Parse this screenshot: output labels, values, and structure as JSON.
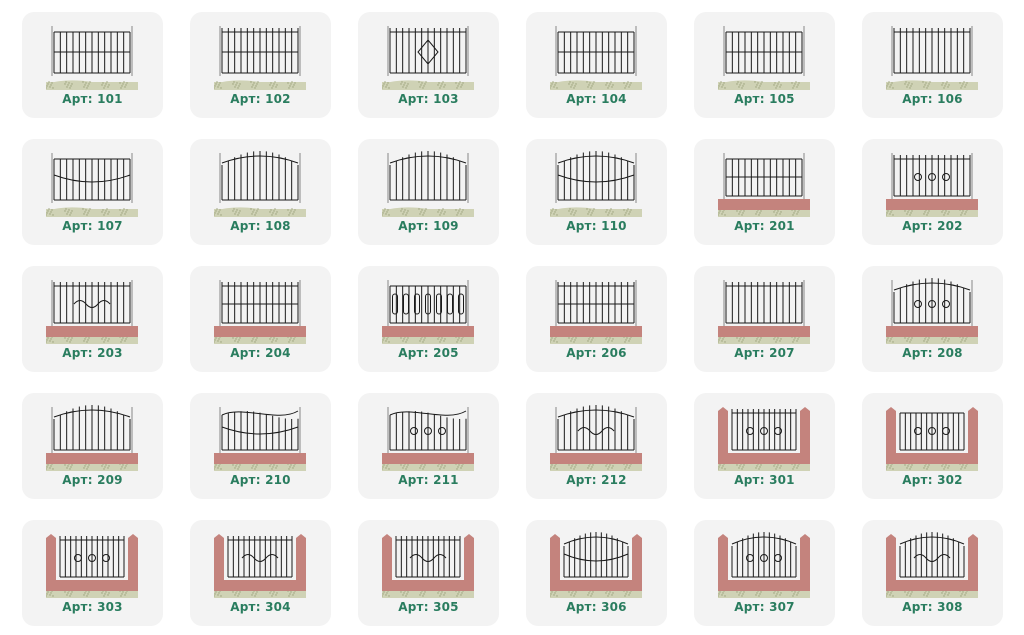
{
  "catalog": {
    "items": [
      {
        "label": "Арт: 101",
        "style": "rect-bars",
        "base": "gravel",
        "posts": "none",
        "top": "flat"
      },
      {
        "label": "Арт: 102",
        "style": "panel-bars",
        "base": "gravel",
        "posts": "none",
        "top": "spikes"
      },
      {
        "label": "Арт: 103",
        "style": "diamond",
        "base": "gravel",
        "posts": "none",
        "top": "spikes"
      },
      {
        "label": "Арт: 104",
        "style": "rect-bars",
        "base": "gravel",
        "posts": "none",
        "top": "flat"
      },
      {
        "label": "Арт: 105",
        "style": "rect-bars",
        "base": "gravel",
        "posts": "none",
        "top": "flat"
      },
      {
        "label": "Арт: 106",
        "style": "arc-bars",
        "base": "gravel",
        "posts": "none",
        "top": "spikes"
      },
      {
        "label": "Арт: 107",
        "style": "sag-bars",
        "base": "gravel",
        "posts": "none",
        "top": "flat"
      },
      {
        "label": "Арт: 108",
        "style": "arch-bars",
        "base": "gravel",
        "posts": "none",
        "top": "arch"
      },
      {
        "label": "Арт: 109",
        "style": "arch-bars",
        "base": "gravel",
        "posts": "none",
        "top": "arch"
      },
      {
        "label": "Арт: 110",
        "style": "arch-wave",
        "base": "gravel",
        "posts": "none",
        "top": "arch"
      },
      {
        "label": "Арт: 201",
        "style": "rect-bars",
        "base": "brick",
        "posts": "none",
        "top": "flat"
      },
      {
        "label": "Арт: 202",
        "style": "ornament",
        "base": "brick",
        "posts": "none",
        "top": "spikes"
      },
      {
        "label": "Арт: 203",
        "style": "scroll",
        "base": "brick",
        "posts": "none",
        "top": "spikes"
      },
      {
        "label": "Арт: 204",
        "style": "rect-bars",
        "base": "brick",
        "posts": "none",
        "top": "spikes"
      },
      {
        "label": "Арт: 205",
        "style": "pickets",
        "base": "brick",
        "posts": "none",
        "top": "flat"
      },
      {
        "label": "Арт: 206",
        "style": "rect-bars",
        "base": "brick",
        "posts": "none",
        "top": "spikes"
      },
      {
        "label": "Арт: 207",
        "style": "arch-bars",
        "base": "brick",
        "posts": "none",
        "top": "spikes"
      },
      {
        "label": "Арт: 208",
        "style": "ornament",
        "base": "brick",
        "posts": "none",
        "top": "arch"
      },
      {
        "label": "Арт: 209",
        "style": "arch-bars",
        "base": "brick",
        "posts": "none",
        "top": "arch"
      },
      {
        "label": "Арт: 210",
        "style": "wave",
        "base": "brick",
        "posts": "none",
        "top": "wave"
      },
      {
        "label": "Арт: 211",
        "style": "wave-ornament",
        "base": "brick",
        "posts": "none",
        "top": "wave"
      },
      {
        "label": "Арт: 212",
        "style": "scroll",
        "base": "brick",
        "posts": "none",
        "top": "arch"
      },
      {
        "label": "Арт: 301",
        "style": "ornament",
        "base": "brick",
        "posts": "brick",
        "top": "spikes"
      },
      {
        "label": "Арт: 302",
        "style": "ornament",
        "base": "brick",
        "posts": "brick",
        "top": "flat"
      },
      {
        "label": "Арт: 303",
        "style": "ornament",
        "base": "brick",
        "posts": "brick",
        "top": "spikes"
      },
      {
        "label": "Арт: 304",
        "style": "scroll",
        "base": "brick",
        "posts": "brick",
        "top": "spikes"
      },
      {
        "label": "Арт: 305",
        "style": "scroll",
        "base": "brick",
        "posts": "brick",
        "top": "spikes"
      },
      {
        "label": "Арт: 306",
        "style": "wave",
        "base": "brick",
        "posts": "brick",
        "top": "arch"
      },
      {
        "label": "Арт: 307",
        "style": "ornament",
        "base": "brick",
        "posts": "brick",
        "top": "arch"
      },
      {
        "label": "Арт: 308",
        "style": "scroll",
        "base": "brick",
        "posts": "brick",
        "top": "arch"
      }
    ]
  },
  "colors": {
    "card_bg": "#f3f3f3",
    "label": "#2a7d5f",
    "iron": "#1a1a1a",
    "brick": "#c4837d",
    "gravel": "#cfd2b5"
  }
}
